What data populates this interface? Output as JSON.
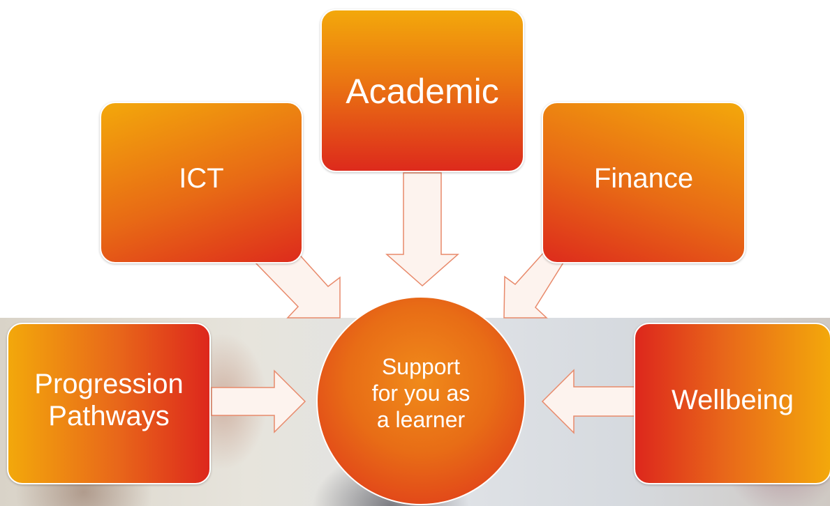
{
  "diagram": {
    "center": {
      "label": "Support\nfor you as\na learner"
    },
    "nodes": {
      "academic": "Academic",
      "ict": "ICT",
      "finance": "Finance",
      "progression": "Progression\nPathways",
      "wellbeing": "Wellbeing"
    }
  },
  "colors": {
    "gradient_light": "#f3a80b",
    "gradient_mid": "#e8661a",
    "gradient_dark": "#dd271c",
    "arrow_fill": "#fdf3ee",
    "arrow_stroke": "#e8896a"
  }
}
